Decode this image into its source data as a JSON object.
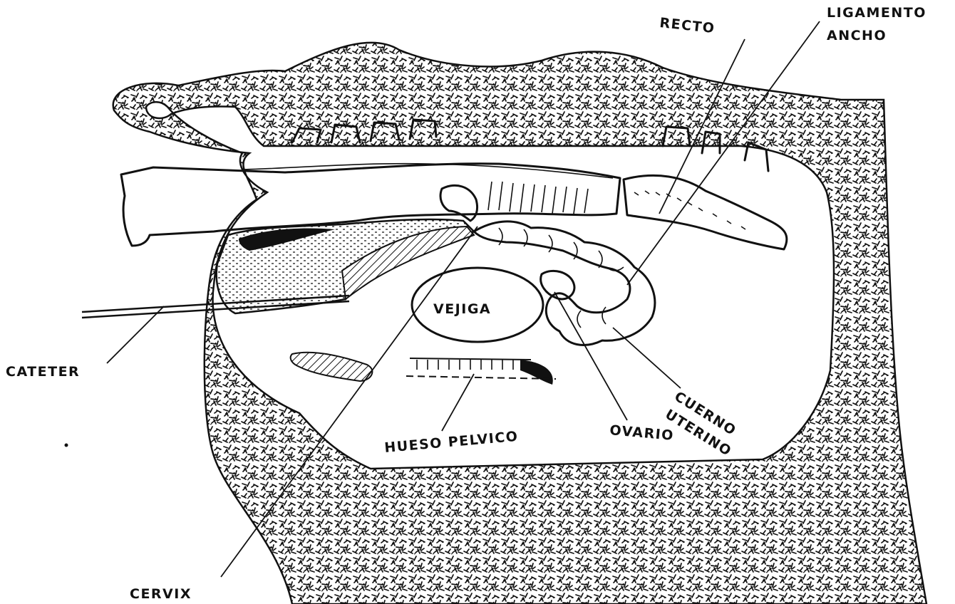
{
  "labels": {
    "recto": "RECTO",
    "ligamento_ancho_line1": "LIGAMENTO",
    "ligamento_ancho_line2": "ANCHO",
    "vejiga": "VEJIGA",
    "cateter": "CATETER",
    "hueso_pelvico": "HUESO PELVICO",
    "ovario": "OVARIO",
    "cuerno_uterino_line1": "CUERNO",
    "cuerno_uterino_line2": "UTERINO",
    "cervix": "CERVIX"
  },
  "colors": {
    "ink": "#111111",
    "paper": "#ffffff"
  }
}
